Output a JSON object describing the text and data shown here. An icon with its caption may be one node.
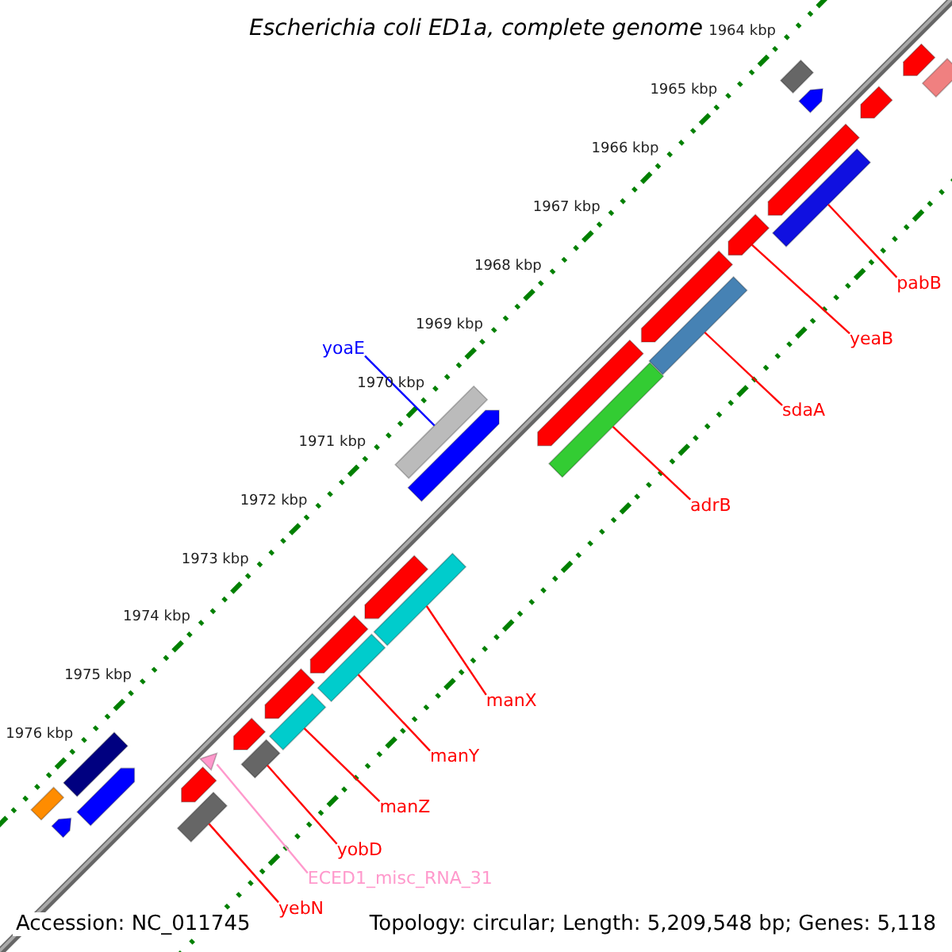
{
  "diagram": {
    "title": "Escherichia coli ED1a, complete genome",
    "nodes": [
      {
        "text": [
          "pabB"
        ]
      },
      {
        "text": [],
        "shape": "bar"
      },
      {
        "text": [
          "yeaB"
        ]
      },
      {
        "text": [],
        "shape": "arrow"
      },
      {
        "text": [
          "yoaE"
        ]
      },
      {
        "text": [],
        "shape": "bar"
      },
      {
        "text": [
          "sdaA"
        ]
      },
      {
        "text": [],
        "shape": "bar"
      },
      {
        "text": [
          "adrB"
        ]
      },
      {
        "text": [],
        "shape": "bar"
      },
      {
        "text": [
          "manX"
        ]
      },
      {
        "text": [],
        "shape": "bar"
      },
      {
        "text": [
          "manY"
        ]
      },
      {
        "text": [],
        "shape": "bar"
      },
      {
        "text": [
          "manZ"
        ]
      },
      {
        "text": [],
        "shape": "bar"
      },
      {
        "text": [
          "yobD"
        ]
      },
      {
        "text": [],
        "shape": "bar"
      },
      {
        "text": [
          "ECED1_misc_RNA_31"
        ]
      },
      {
        "text": [],
        "shape": "triangle"
      },
      {
        "text": [
          "yebN"
        ]
      },
      {
        "text": [],
        "shape": "bar"
      },
      {
        "text": [],
        "shape": "arrow"
      },
      {
        "text": [],
        "shape": "bar"
      },
      {
        "text": [],
        "shape": "arrow"
      },
      {
        "text": [],
        "shape": "bar"
      },
      {
        "text": [],
        "shape": "arrow"
      },
      {
        "text": [],
        "shape": "arrow"
      },
      {
        "text": [],
        "shape": "arrow"
      },
      {
        "text": [],
        "shape": "arrow"
      },
      {
        "text": [],
        "shape": "arrow"
      },
      {
        "text": [],
        "shape": "arrow"
      },
      {
        "text": [],
        "shape": "arrow"
      },
      {
        "text": [],
        "shape": "arrow"
      },
      {
        "text": [],
        "shape": "arrow"
      },
      {
        "text": [],
        "shape": "arrow"
      },
      {
        "text": [],
        "shape": "bar"
      },
      {
        "text": [],
        "shape": "arrow"
      },
      {
        "text": [],
        "shape": "bar"
      },
      {
        "text": [],
        "shape": "arrow"
      }
    ],
    "edges": [
      {
        "from": 0,
        "to": 1,
        "arrow": "none"
      },
      {
        "from": 2,
        "to": 3,
        "arrow": "none"
      },
      {
        "from": 4,
        "to": 5,
        "arrow": "none",
        "color": "#0000ff"
      },
      {
        "from": 6,
        "to": 7,
        "arrow": "none"
      },
      {
        "from": 8,
        "to": 9,
        "arrow": "none"
      },
      {
        "from": 10,
        "to": 11,
        "arrow": "none"
      },
      {
        "from": 12,
        "to": 13,
        "arrow": "none"
      },
      {
        "from": 14,
        "to": 15,
        "arrow": "none"
      },
      {
        "from": 16,
        "to": 17,
        "arrow": "none"
      },
      {
        "from": 18,
        "to": 19,
        "arrow": "none",
        "color": "#ff99cc"
      },
      {
        "from": 20,
        "to": 21,
        "arrow": "none"
      }
    ],
    "labels": [
      "1964 kbp",
      "1965 kbp",
      "1966 kbp",
      "1967 kbp",
      "1968 kbp",
      "1969 kbp",
      "1970 kbp",
      "1971 kbp",
      "1972 kbp",
      "1973 kbp",
      "1974 kbp",
      "1975 kbp",
      "1976 kbp",
      "Accession: NC_011745",
      "Topology: circular; Length: 5,209,548 bp; Genes: 5,118"
    ]
  }
}
